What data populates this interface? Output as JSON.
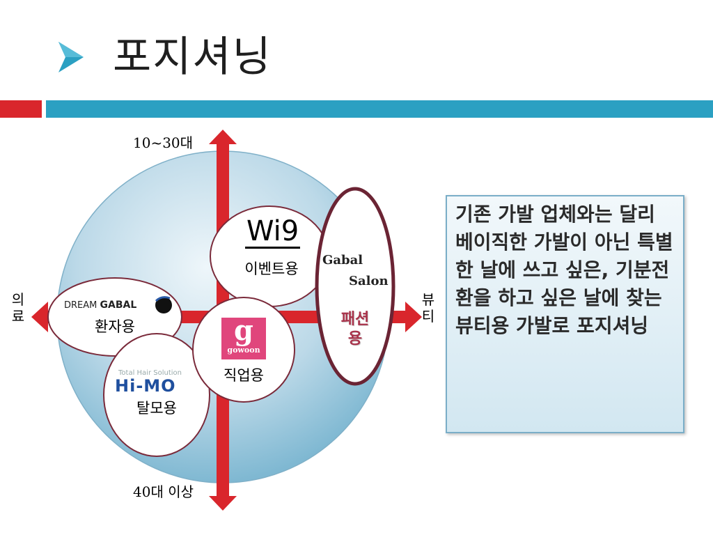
{
  "slide": {
    "title": "포지셔닝",
    "accent_red": "#d9262c",
    "accent_blue": "#2ba0c2"
  },
  "axes": {
    "top": "10~30대",
    "bottom": "40대 이상",
    "left": "의료",
    "right": "뷰티",
    "arrow_color": "#d9262c"
  },
  "brands": [
    {
      "id": "wi9",
      "logo_text": "Wi9",
      "label": "이벤트용"
    },
    {
      "id": "gabal-salon",
      "logo_text_1": "Gabal",
      "logo_text_2": "Salon",
      "label": "패션용"
    },
    {
      "id": "dream-gabal",
      "logo_text_1": "DREAM",
      "logo_text_2": "GABAL",
      "label": "환자용"
    },
    {
      "id": "gowoon",
      "logo_text": "gowoon",
      "label": "직업용"
    },
    {
      "id": "hi-mo",
      "logo_text_1": "Total Hair Solution",
      "logo_text_2": "Hi-MO",
      "label": "탈모용"
    }
  ],
  "description": "기존 가발 업체와는 달리 베이직한 가발이 아닌 특별한 날에 쓰고 싶은, 기분전환을 하고 싶은 날에 찾는 뷰티용 가발로 포지셔닝"
}
